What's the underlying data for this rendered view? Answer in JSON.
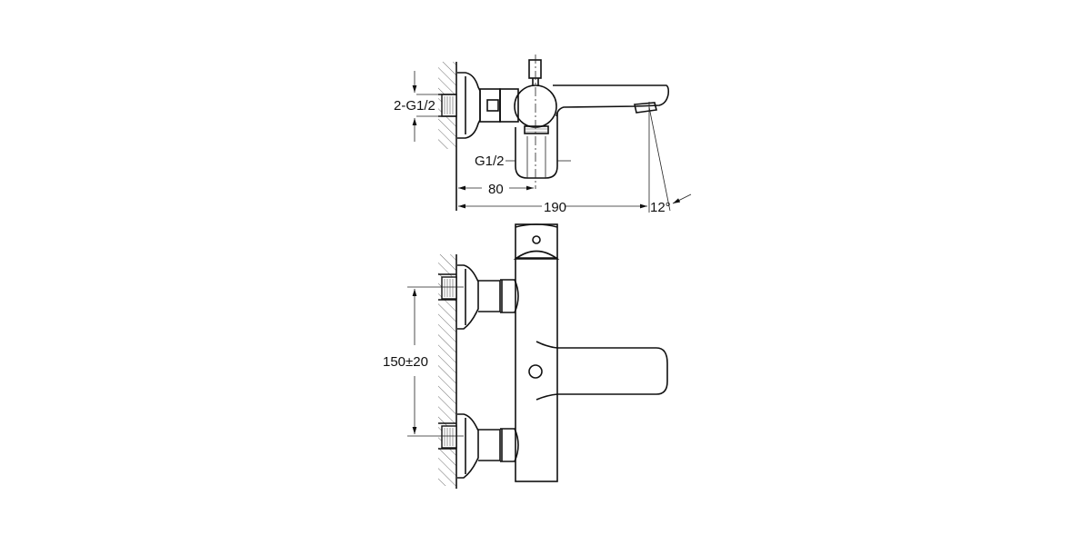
{
  "drawing": {
    "title": "Wall-mounted bath mixer technical drawing",
    "side_view": {
      "dimensions": {
        "inlet_thread": "2-G1/2",
        "outlet_thread": "G1/2",
        "wall_to_diverter": "80",
        "wall_to_spout": "190",
        "spout_angle": "12°"
      }
    },
    "front_view": {
      "dimensions": {
        "inlet_spacing": "150±20"
      }
    }
  },
  "colors": {
    "line": "#111111",
    "background": "#ffffff"
  }
}
